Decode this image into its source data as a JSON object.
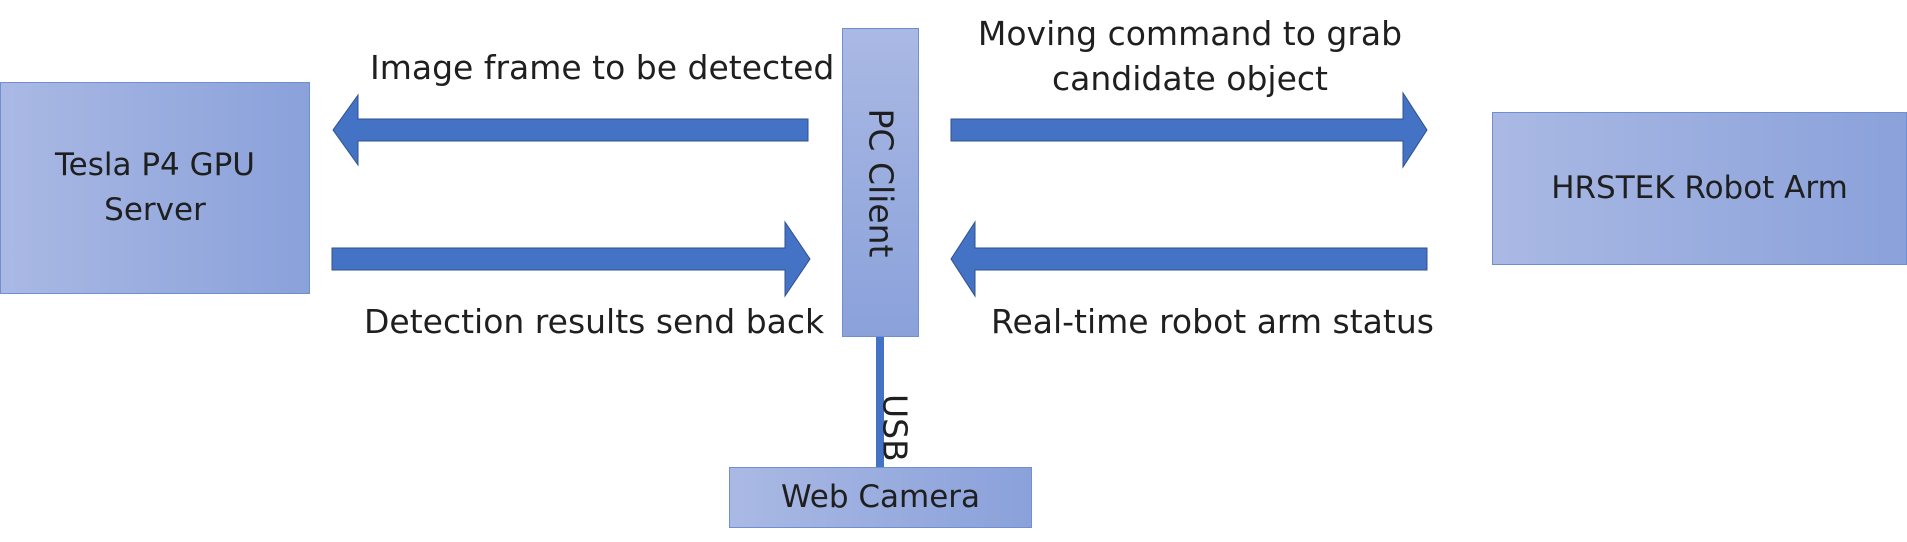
{
  "nodes": {
    "gpu_server": {
      "label": "Tesla P4 GPU\nServer"
    },
    "pc_client": {
      "label": "PC Client"
    },
    "robot_arm": {
      "label": "HRSTEK Robot Arm"
    },
    "web_camera": {
      "label": "Web Camera"
    }
  },
  "edges": {
    "image_frame": {
      "label": "Image frame to be detected"
    },
    "detection_results": {
      "label": "Detection results send back"
    },
    "moving_command": {
      "label": "Moving command to grab\ncandidate object"
    },
    "robot_status": {
      "label": "Real-time robot arm status"
    },
    "usb": {
      "label": "USB"
    }
  },
  "colors": {
    "arrow_fill": "#4472c4",
    "arrow_stroke": "#2f528f",
    "box_border": "#6f8fd2",
    "box_gradient_start": "#aab9e4",
    "box_gradient_end": "#8aa1da",
    "text": "#1f1f1f"
  }
}
